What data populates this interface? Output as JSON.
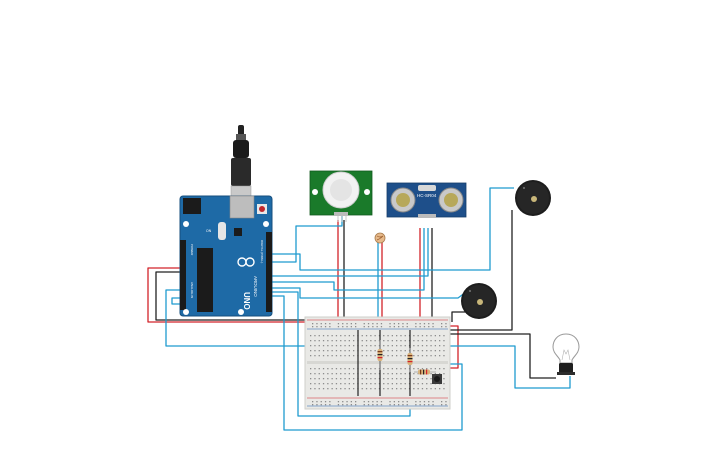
{
  "arduino": {
    "board_label": "UNO",
    "brand_label": "ARDUINO",
    "digital_label": "DIGITAL (PWM~)",
    "analog_label": "ANALOG IN",
    "power_label": "POWER",
    "on_label": "ON"
  },
  "ultrasonic": {
    "model_label": "HC-SR04"
  },
  "colors": {
    "wire_blue": "#1f9bcf",
    "wire_red": "#d2232a",
    "wire_black": "#222222",
    "board_blue": "#1e6aa6",
    "pir_green": "#1a7a2a",
    "breadboard": "#e9e9e6"
  },
  "icons": {
    "usb": "usb-cable-icon",
    "buzzer": "piezo-buzzer-icon",
    "bulb": "light-bulb-icon",
    "photoresistor": "photoresistor-icon",
    "button": "push-button-icon"
  }
}
